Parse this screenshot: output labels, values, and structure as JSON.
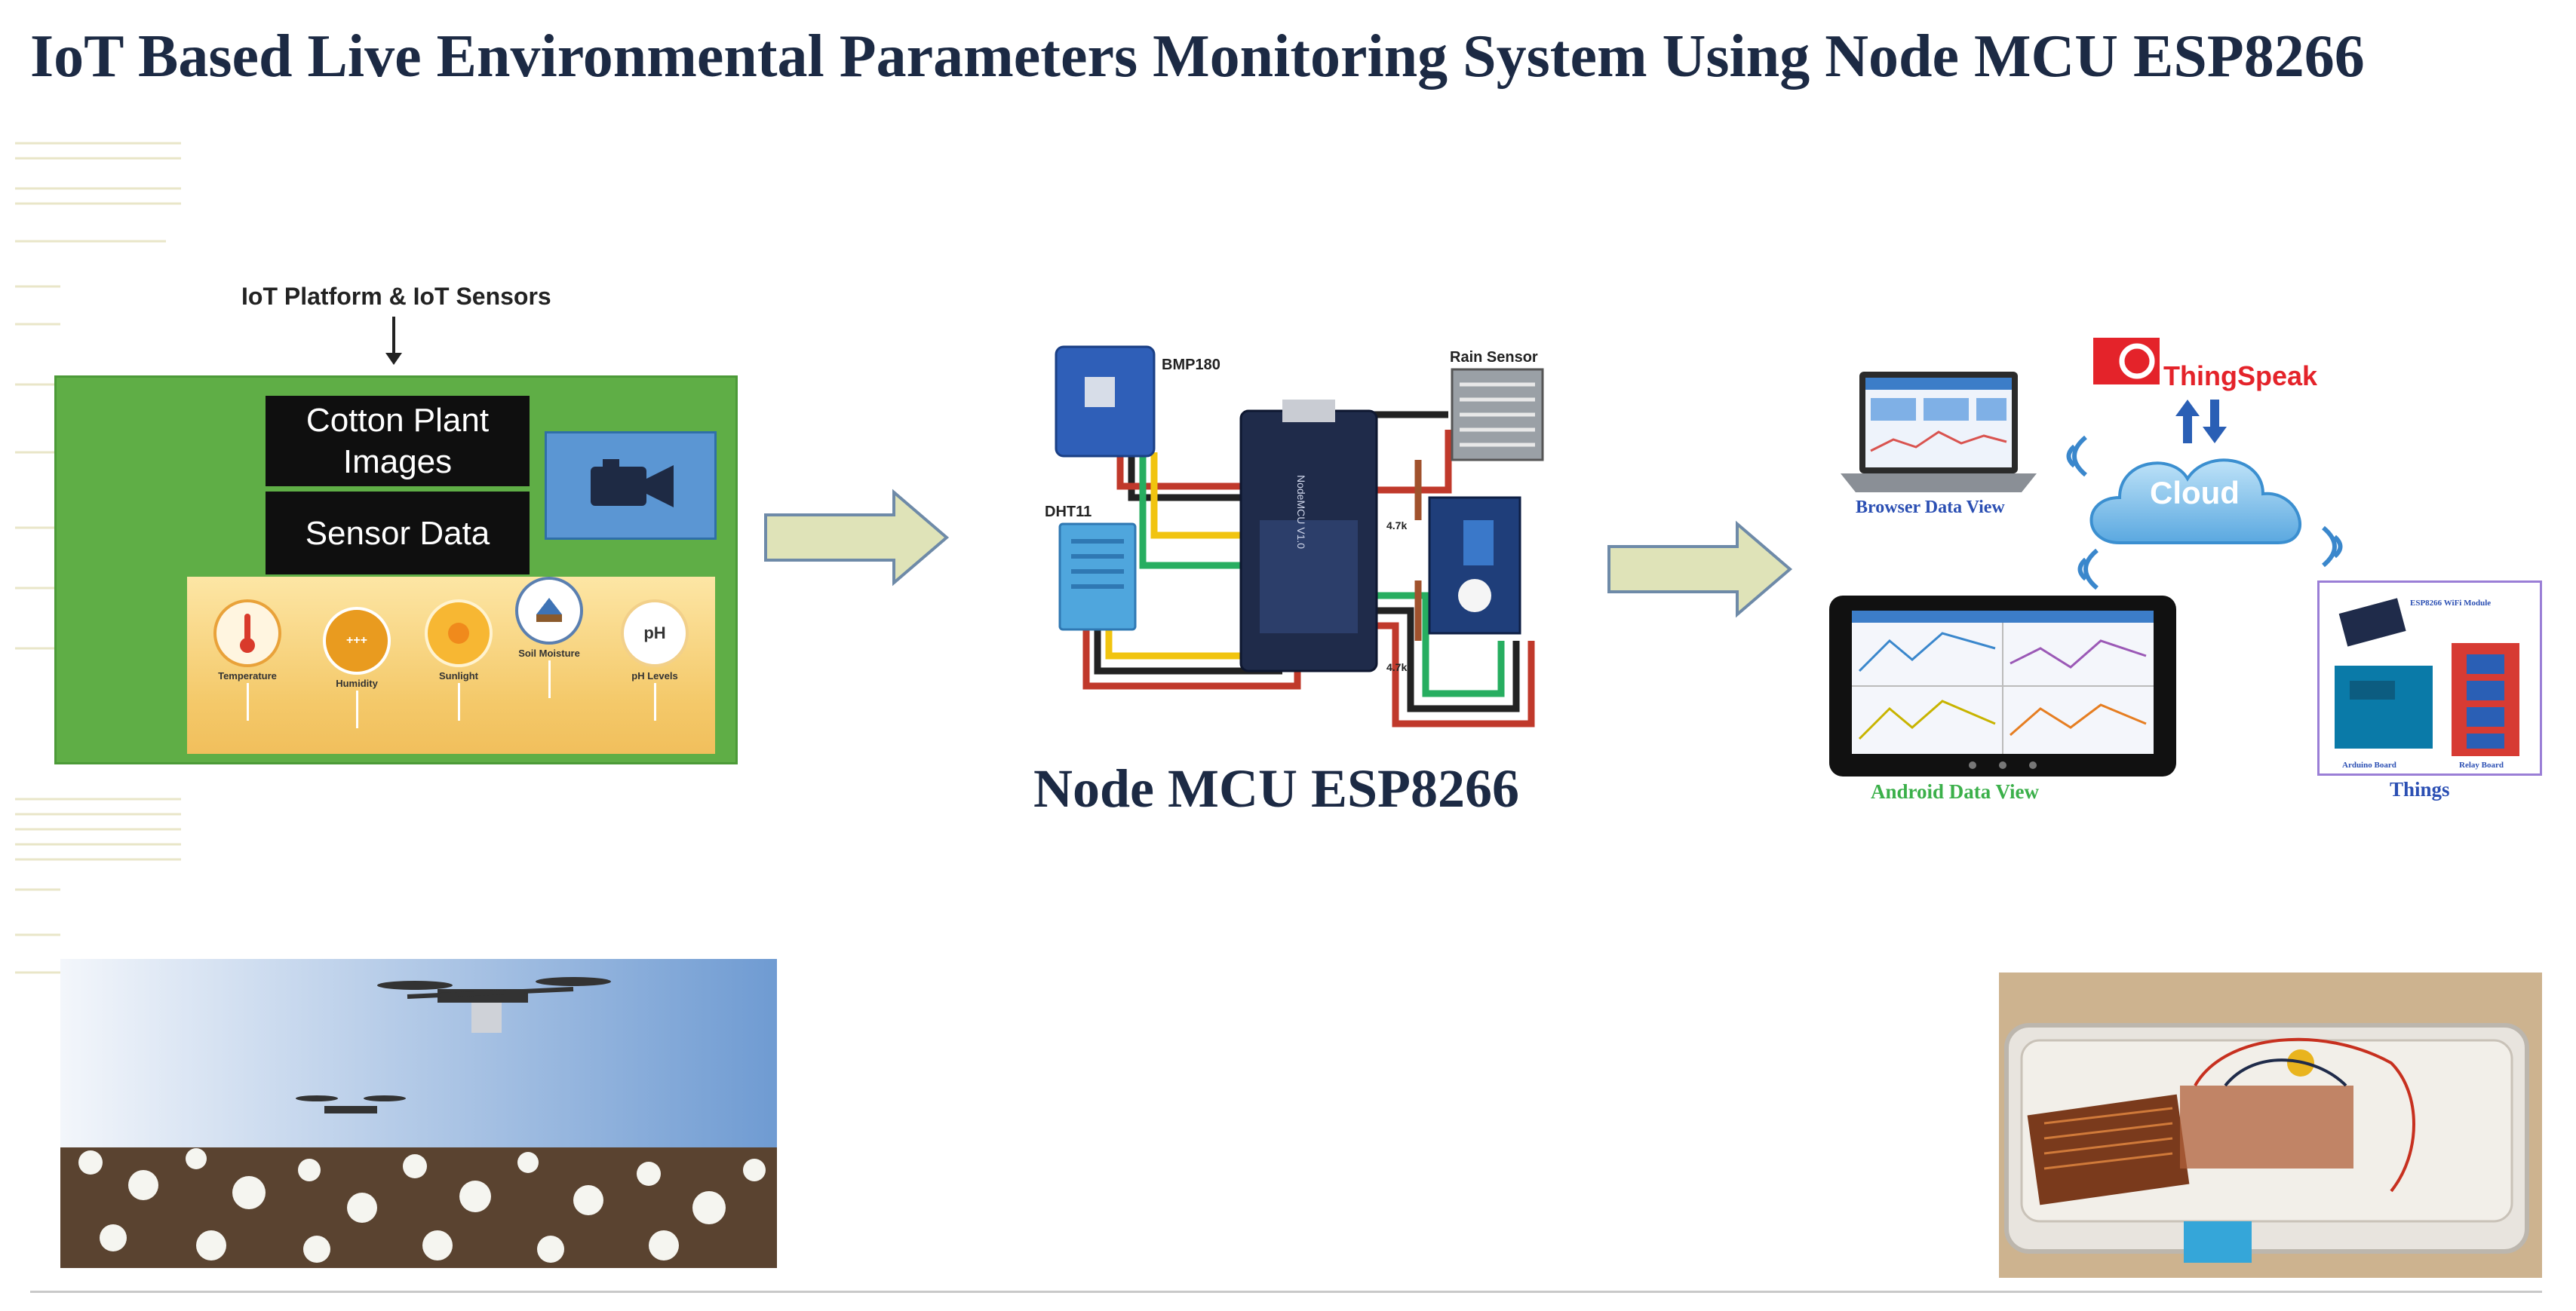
{
  "title": "IoT Based Live Environmental Parameters Monitoring System Using Node MCU ESP8266",
  "left_panel": {
    "header": "IoT Platform & IoT Sensors",
    "box_images": "Cotton Plant Images",
    "box_sensor": "Sensor Data",
    "sensors": [
      {
        "label": "Temperature",
        "icon": "thermometer-icon"
      },
      {
        "label": "Humidity",
        "icon": "humidity-drop-icon",
        "badge": "+++"
      },
      {
        "label": "Sunlight",
        "icon": "sun-icon"
      },
      {
        "label": "Soil Moisture",
        "icon": "soil-moisture-icon"
      },
      {
        "label": "pH Levels",
        "icon": "ph-icon",
        "badge": "pH"
      }
    ]
  },
  "center": {
    "bmp": "BMP180",
    "dht": "DHT11",
    "rain": "Rain Sensor",
    "nodemcu_chip": "NodeMCU V1.0",
    "resistor1": "4.7k",
    "resistor2": "4.7k",
    "caption": "Node MCU ESP8266"
  },
  "right_panel": {
    "thingspeak": "ThingSpeak",
    "cloud": "Cloud",
    "browser": "Browser Data View",
    "android": "Android Data View",
    "things": "Things",
    "things_wifi": "ESP8266 WiFi Module",
    "things_arduino": "Arduino Board",
    "things_relay": "Relay Board"
  },
  "colors": {
    "green_panel": "#5fae46",
    "thingspeak_red": "#e4232a",
    "arrow_fill": "#dfe3b8",
    "arrow_stroke": "#6e8aa8"
  }
}
